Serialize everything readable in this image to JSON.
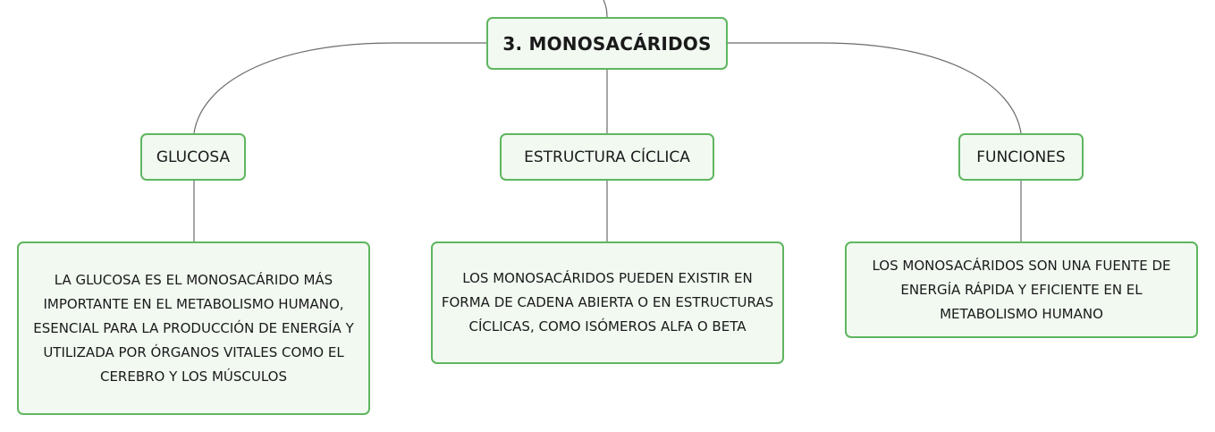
{
  "root": {
    "label": "3. MONOSACÁRIDOS"
  },
  "branches": [
    {
      "label": "GLUCOSA",
      "detail": "LA GLUCOSA ES EL MONOSACÁRIDO MÁS IMPORTANTE EN EL METABOLISMO HUMANO, ESENCIAL PARA LA PRODUCCIÓN DE ENERGÍA Y UTILIZADA POR ÓRGANOS VITALES COMO EL CEREBRO Y LOS MÚSCULOS"
    },
    {
      "label": "ESTRUCTURA CÍCLICA",
      "detail": "LOS MONOSACÁRIDOS PUEDEN EXISTIR EN FORMA DE CADENA ABIERTA O EN ESTRUCTURAS CÍCLICAS, COMO ISÓMEROS ALFA O BETA"
    },
    {
      "label": "FUNCIONES",
      "detail": "LOS MONOSACÁRIDOS SON UNA FUENTE DE ENERGÍA RÁPIDA Y EFICIENTE EN EL METABOLISMO HUMANO"
    }
  ],
  "colors": {
    "node_border": "#5fb65f",
    "node_fill": "#f1f9f1",
    "connector": "#6b6b6b"
  }
}
